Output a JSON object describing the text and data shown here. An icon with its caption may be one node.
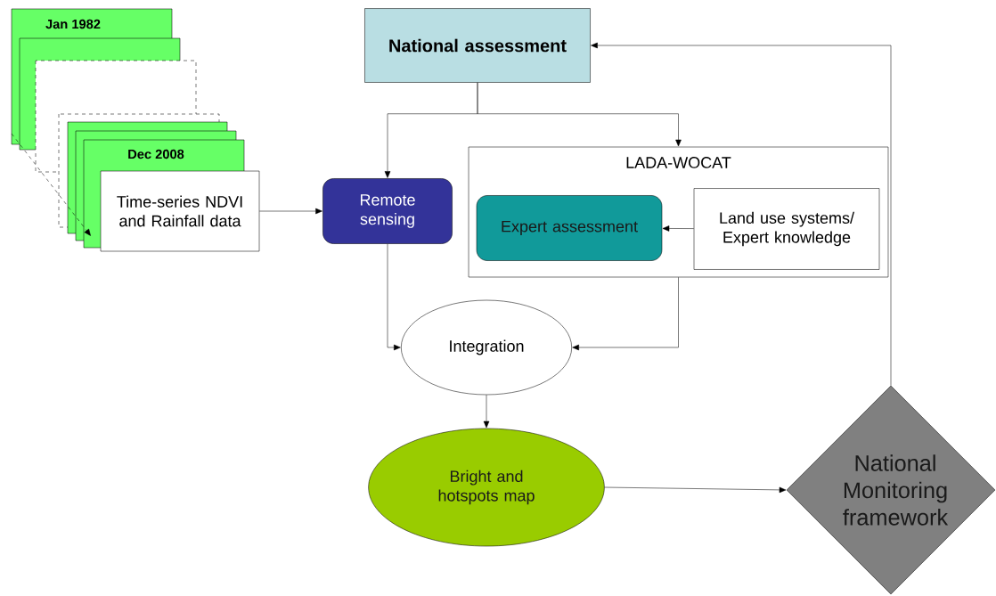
{
  "diagram": {
    "nodes": [
      {
        "text": [
          "National assessment"
        ]
      },
      {
        "text": [
          "Time-series NDVI and Rainfall data"
        ]
      },
      {
        "text": [
          "Remote sensing"
        ]
      },
      {
        "text": [
          "LADA-WOCAT"
        ]
      },
      {
        "text": [
          "Expert assessment"
        ],
        "in": 3
      },
      {
        "text": [
          "Land use systems/ Expert knowledge"
        ],
        "in": 3
      },
      {
        "text": [
          "Integration"
        ]
      },
      {
        "text": [
          "Bright and hotspots map"
        ]
      },
      {
        "text": [
          "National Monitoring framework"
        ]
      }
    ],
    "edges": [
      {
        "from": 0,
        "to": 2,
        "arrow": "to"
      },
      {
        "from": 0,
        "to": 3,
        "arrow": "to"
      },
      {
        "from": 1,
        "to": 2,
        "arrow": "to"
      },
      {
        "from": 5,
        "to": 4,
        "arrow": "to"
      },
      {
        "from": 2,
        "to": 6,
        "arrow": "to"
      },
      {
        "from": 3,
        "to": 6,
        "arrow": "to"
      },
      {
        "from": 6,
        "to": 7,
        "arrow": "to"
      },
      {
        "from": 7,
        "to": 8,
        "arrow": "to"
      },
      {
        "from": 8,
        "to": 0,
        "arrow": "to"
      }
    ],
    "labels": [
      "Jan 1982",
      "Dec 2008"
    ]
  }
}
